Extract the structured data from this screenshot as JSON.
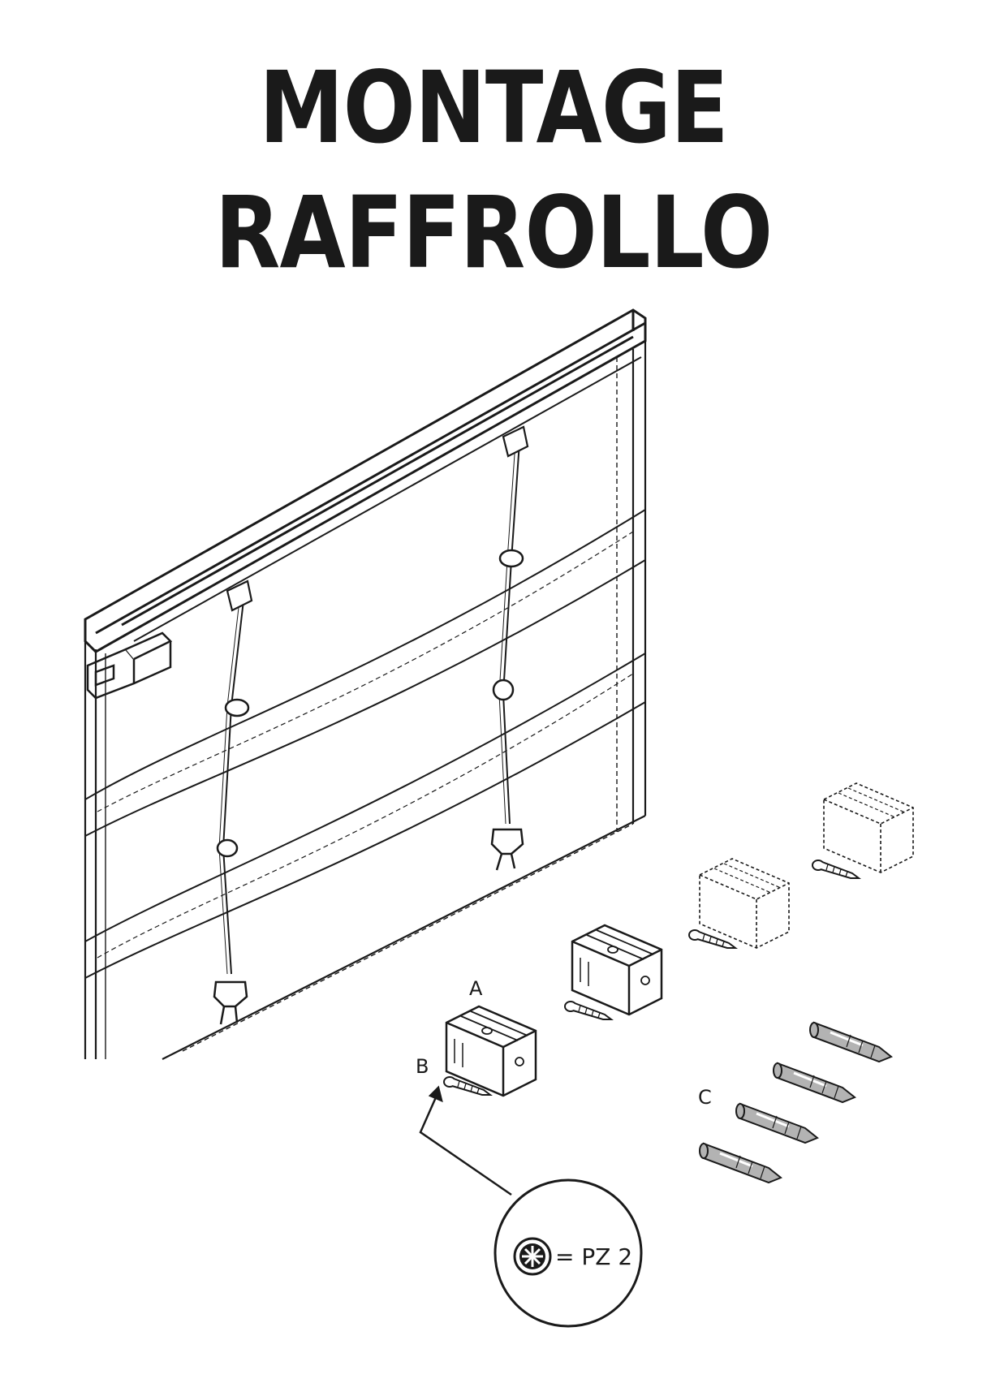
{
  "title": {
    "line1": "MONTAGE",
    "line2": "RAFFROLLO"
  },
  "parts": {
    "bracket": {
      "label": "A"
    },
    "screw": {
      "label": "B"
    },
    "wall_plug": {
      "label": "C"
    }
  },
  "screwdriver_callout": {
    "text": "= PZ 2",
    "icon": "pozidriv-cross-icon"
  },
  "colors": {
    "line": "#1a1a1a",
    "plug_gray": "#b3b3b3",
    "bracket_fill": "#ffffff"
  }
}
